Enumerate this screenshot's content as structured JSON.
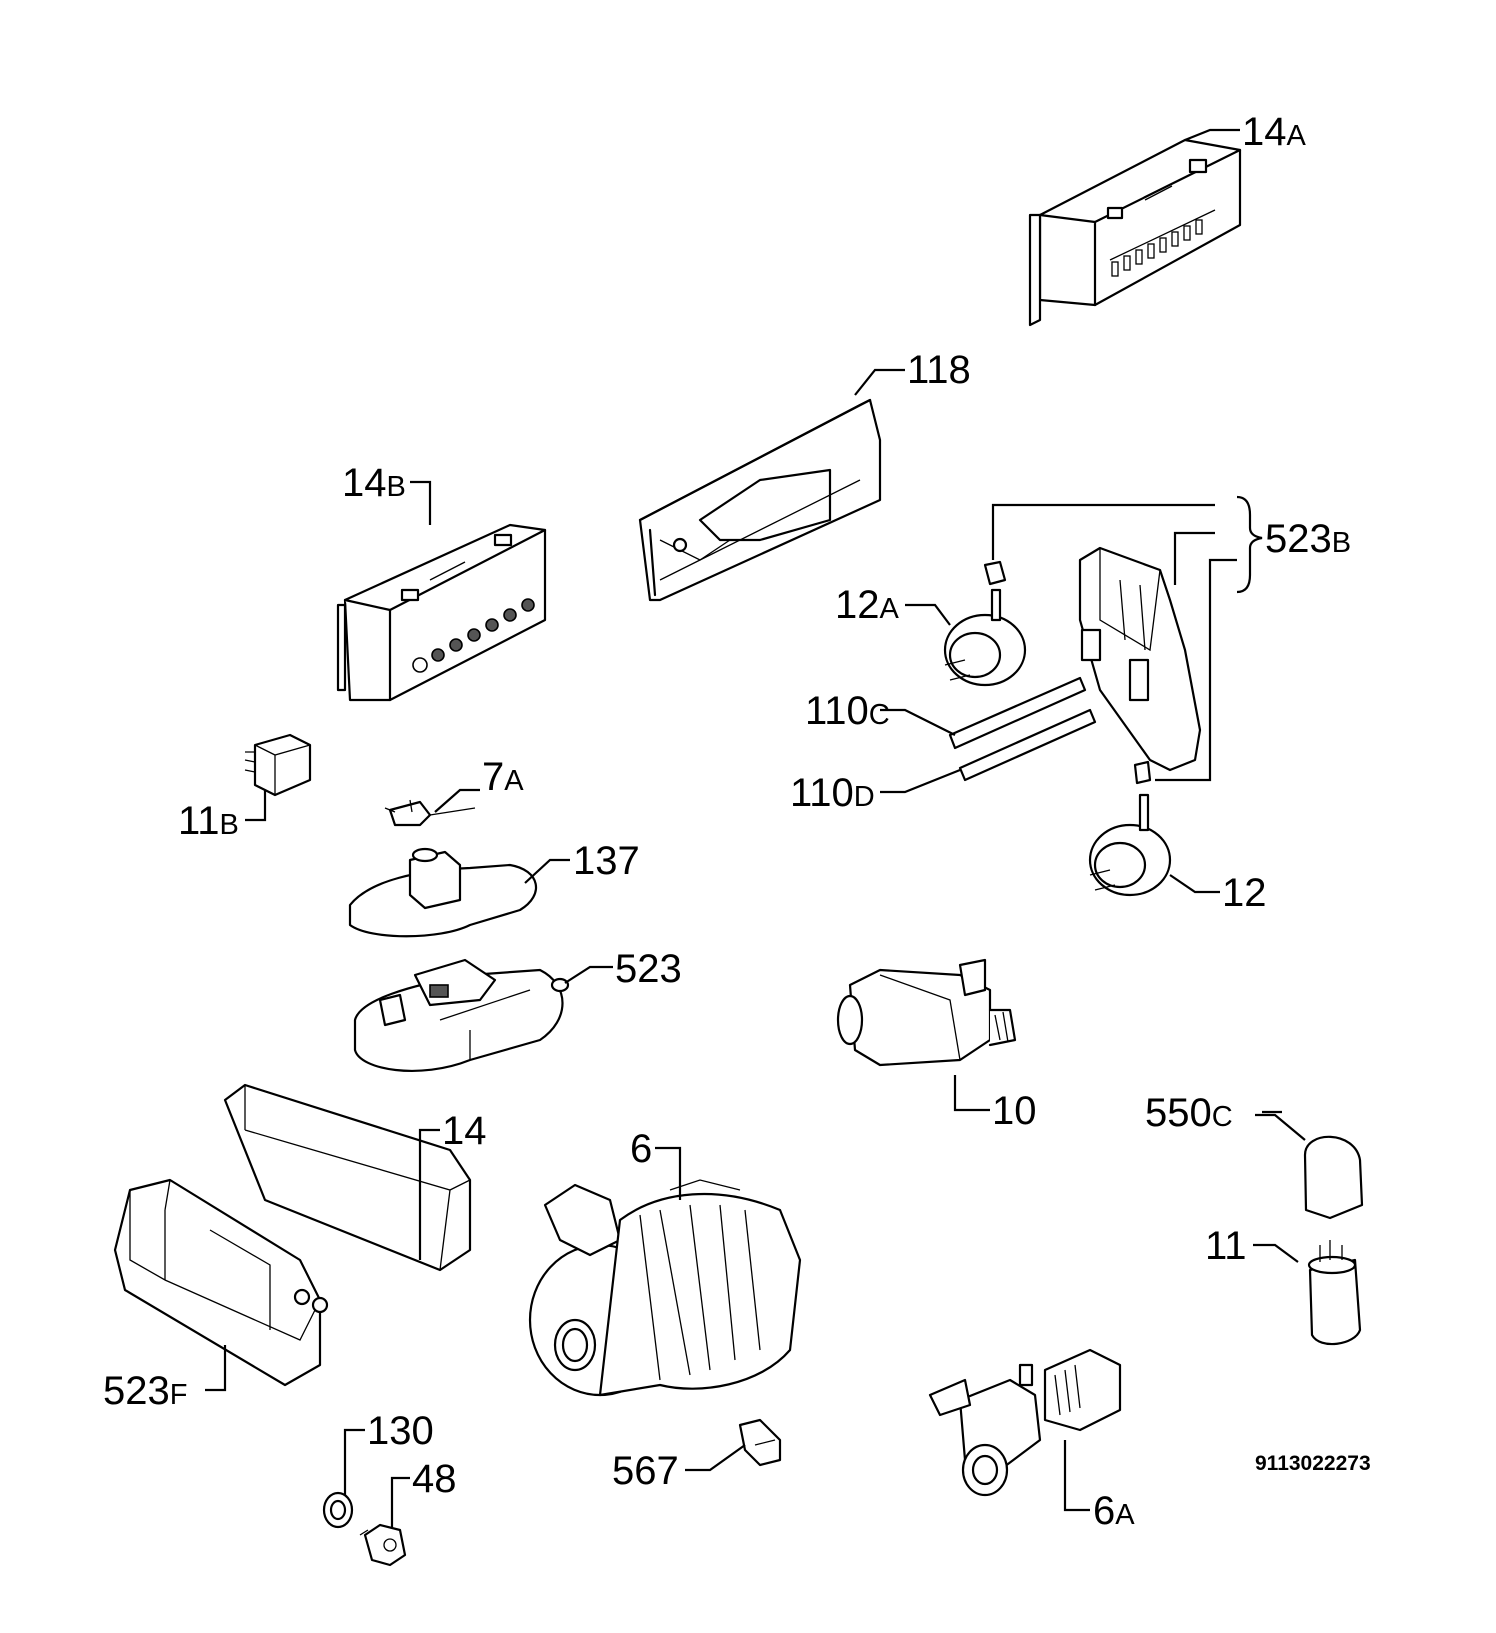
{
  "labels": {
    "p14a": {
      "num": "14",
      "sfx": "A"
    },
    "p118": {
      "num": "118",
      "sfx": ""
    },
    "p14b": {
      "num": "14",
      "sfx": "B"
    },
    "p523b": {
      "num": "523",
      "sfx": "B"
    },
    "p12a": {
      "num": "12",
      "sfx": "A"
    },
    "p110c": {
      "num": "110",
      "sfx": "C"
    },
    "p110d": {
      "num": "110",
      "sfx": "D"
    },
    "p11b": {
      "num": "11",
      "sfx": "B"
    },
    "p7a": {
      "num": "7",
      "sfx": "A"
    },
    "p137": {
      "num": "137",
      "sfx": ""
    },
    "p12": {
      "num": "12",
      "sfx": ""
    },
    "p523": {
      "num": "523",
      "sfx": ""
    },
    "p10": {
      "num": "10",
      "sfx": ""
    },
    "p14": {
      "num": "14",
      "sfx": ""
    },
    "p6": {
      "num": "6",
      "sfx": ""
    },
    "p550c": {
      "num": "550",
      "sfx": "C"
    },
    "p11": {
      "num": "11",
      "sfx": ""
    },
    "p523f": {
      "num": "523",
      "sfx": "F"
    },
    "p130": {
      "num": "130",
      "sfx": ""
    },
    "p48": {
      "num": "48",
      "sfx": ""
    },
    "p567": {
      "num": "567",
      "sfx": ""
    },
    "p6a": {
      "num": "6",
      "sfx": "A"
    }
  },
  "drawing_code": "9113022273"
}
